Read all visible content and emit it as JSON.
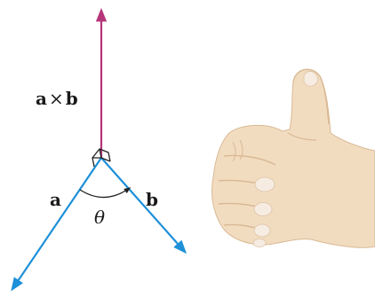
{
  "labels": {
    "cross_a": "a",
    "cross_times": "×",
    "cross_b": "b",
    "vector_a": "a",
    "vector_b": "b",
    "angle": "θ"
  },
  "colors": {
    "cross_product": "#b5357a",
    "vectors": "#1e90d8",
    "outline": "#333333",
    "skin": "#f2dcc0",
    "skin_dark": "#d9b994",
    "nail": "#f7ece2"
  },
  "icons": {
    "hand": "thumbs-up-hand-icon"
  }
}
